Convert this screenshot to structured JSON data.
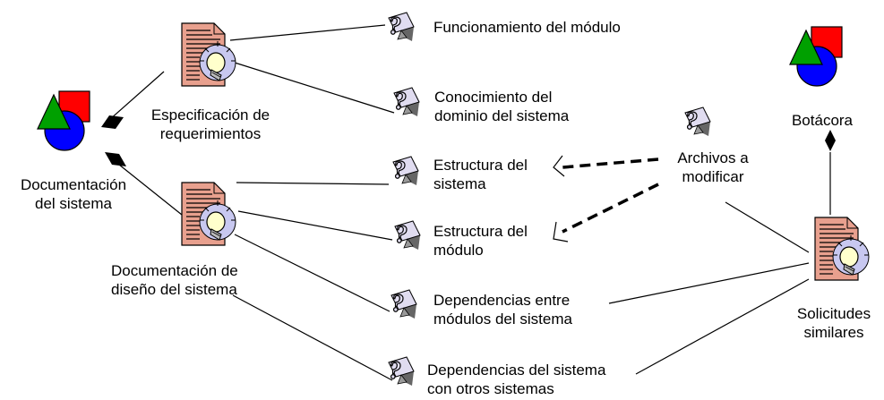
{
  "diagram": {
    "nodes": {
      "doc_sistema": {
        "line1": "Documentación",
        "line2": "del sistema",
        "icon": "shapes-icon"
      },
      "especificacion": {
        "line1": "Especificación de",
        "line2": "requerimientos",
        "icon": "document-lightbulb-icon"
      },
      "diseno": {
        "line1": "Documentación de",
        "line2": "diseño del sistema",
        "icon": "document-lightbulb-icon"
      },
      "funcionamiento": {
        "line1": "Funcionamiento del módulo",
        "icon": "question-icon"
      },
      "conocimiento": {
        "line1": "Conocimiento del",
        "line2": "dominio del sistema",
        "icon": "question-icon"
      },
      "estructura_sistema": {
        "line1": "Estructura del",
        "line2": "sistema",
        "icon": "question-icon"
      },
      "estructura_modulo": {
        "line1": "Estructura del",
        "line2": "módulo",
        "icon": "question-icon"
      },
      "dependencias_modulos": {
        "line1": "Dependencias entre",
        "line2": "módulos del sistema",
        "icon": "question-icon"
      },
      "dependencias_otros": {
        "line1": "Dependencias del sistema",
        "line2": "con otros sistemas",
        "icon": "question-icon"
      },
      "archivos": {
        "line1": "Archivos a",
        "line2": "modificar",
        "icon": "question-icon"
      },
      "botacora": {
        "line1": "Botácora",
        "icon": "shapes-icon"
      },
      "solicitudes": {
        "line1": "Solicitudes",
        "line2": "similares",
        "icon": "document-lightbulb-icon"
      }
    },
    "edges": [
      {
        "from": "doc_sistema",
        "to": "especificacion",
        "style": "composition"
      },
      {
        "from": "doc_sistema",
        "to": "diseno",
        "style": "composition"
      },
      {
        "from": "especificacion",
        "to": "funcionamiento",
        "style": "solid"
      },
      {
        "from": "especificacion",
        "to": "conocimiento",
        "style": "solid"
      },
      {
        "from": "diseno",
        "to": "estructura_sistema",
        "style": "solid"
      },
      {
        "from": "diseno",
        "to": "estructura_modulo",
        "style": "solid"
      },
      {
        "from": "diseno",
        "to": "dependencias_modulos",
        "style": "solid"
      },
      {
        "from": "diseno",
        "to": "dependencias_otros",
        "style": "solid"
      },
      {
        "from": "archivos",
        "to": "estructura_sistema",
        "style": "dashed-arrow"
      },
      {
        "from": "archivos",
        "to": "estructura_modulo",
        "style": "dashed-arrow"
      },
      {
        "from": "botacora",
        "to": "solicitudes",
        "style": "composition"
      },
      {
        "from": "solicitudes",
        "to": "archivos",
        "style": "solid"
      },
      {
        "from": "solicitudes",
        "to": "dependencias_modulos",
        "style": "solid"
      },
      {
        "from": "solicitudes",
        "to": "dependencias_otros",
        "style": "solid"
      }
    ],
    "colors": {
      "shape_red": "#ff0000",
      "shape_green": "#00a000",
      "shape_blue": "#0000ff",
      "document_fill": "#e8a08e",
      "bulb_halo": "#c8c8f0",
      "bulb_fill": "#ffffcc",
      "question_fill": "#e0dcf0",
      "question_shadow": "#666666"
    }
  }
}
